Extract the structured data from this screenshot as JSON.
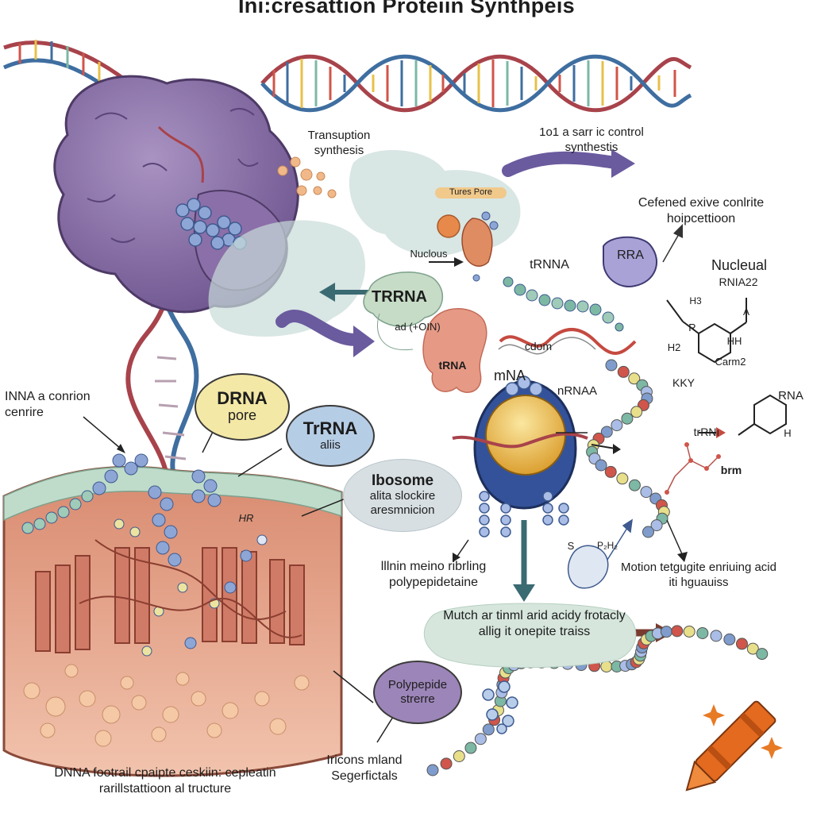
{
  "title": "Ini:cresattion Proteiin Synthpeis",
  "labels": {
    "transcription": "Transuption synthesis",
    "control": "1o1 a sarr ic control synthestis",
    "pore_small": "Tures Pore",
    "nucleus": "Nuclous",
    "trnna": "TRRNA",
    "ad": "ad (+OIN)",
    "trna_mid": "tRNA",
    "trna_top": "tRNNA",
    "rra": "RRA",
    "cefened": "Cefened exive conlrite hoipcettioon",
    "nucleual": "Nucleual",
    "rna_a22": "RNIA22",
    "cdom": "cdom",
    "mna": "mNA",
    "nrnaa": "nRNAA",
    "kky": "KKY",
    "inna": "INNA a conrion cenrire",
    "rna_right": "RNA",
    "trrn_right": "trRNı",
    "brm": "brm",
    "hr": "HR",
    "lllin": "lllnin meino ribrling polypepidetaine",
    "motion": "Motion tetgugite enriuing acid iti hguauiss",
    "match": "Mutch ar tinml arid acidy frotacly allig it onepite traiss",
    "irnicons": "Iricons mland Segerfictals",
    "dnna_bottom": "DNNA footrail cpaipte ceskiin: cepleatin rarillstattioon al tructure",
    "chem_h3": "H3",
    "chem_h2": "H2",
    "chem_hh": "HH",
    "chem_r": "R",
    "chem_a": "A",
    "chem_carm": "Carm2",
    "chem_h": "H",
    "chem_ph2": "P₂H₂",
    "chem_s": "S"
  },
  "bubbles": {
    "drna": {
      "title": "DRNA",
      "sub": "pore"
    },
    "trrna": {
      "title": "TrRNA",
      "sub": "aliis"
    },
    "ibosome": {
      "title": "Ibosome",
      "sub": "alita slockire aresmnicion"
    },
    "polypeptide": {
      "title": "Polypepide strerre"
    }
  },
  "colors": {
    "nucleus_purple": "#8e74a8",
    "er_red": "#c9705a",
    "dna_red": "#a8434b",
    "dna_blue": "#3f6ea0",
    "arrow_purple": "#6a5a9e",
    "arrow_teal": "#3a6a72",
    "ribosome_navy": "#33529a",
    "ribosome_gold": "#e6b53a",
    "crayon_orange": "#e36a1f",
    "bead_blue": "#7f9ccc",
    "bead_red": "#d0554a",
    "bead_yellow": "#e8df8a",
    "bead_teal": "#7db8a4"
  },
  "icons": [
    "dna-helix-icon",
    "nucleus-icon",
    "ribosome-icon",
    "crayon-icon",
    "sparkle-icon"
  ]
}
